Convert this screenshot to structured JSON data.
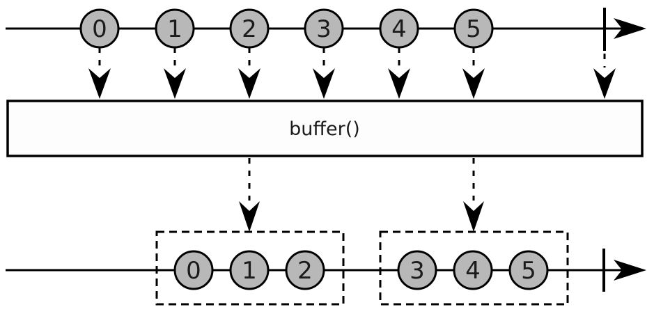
{
  "operator": {
    "label": "buffer()"
  },
  "source": {
    "marbles": [
      "0",
      "1",
      "2",
      "3",
      "4",
      "5"
    ]
  },
  "output": {
    "groups": [
      {
        "marbles": [
          "0",
          "1",
          "2"
        ]
      },
      {
        "marbles": [
          "3",
          "4",
          "5"
        ]
      }
    ]
  },
  "colors": {
    "marble_fill": "#b8b8b8",
    "stroke": "#000000",
    "operator_box_fill": "#fdfdfd",
    "background": "#ffffff"
  }
}
